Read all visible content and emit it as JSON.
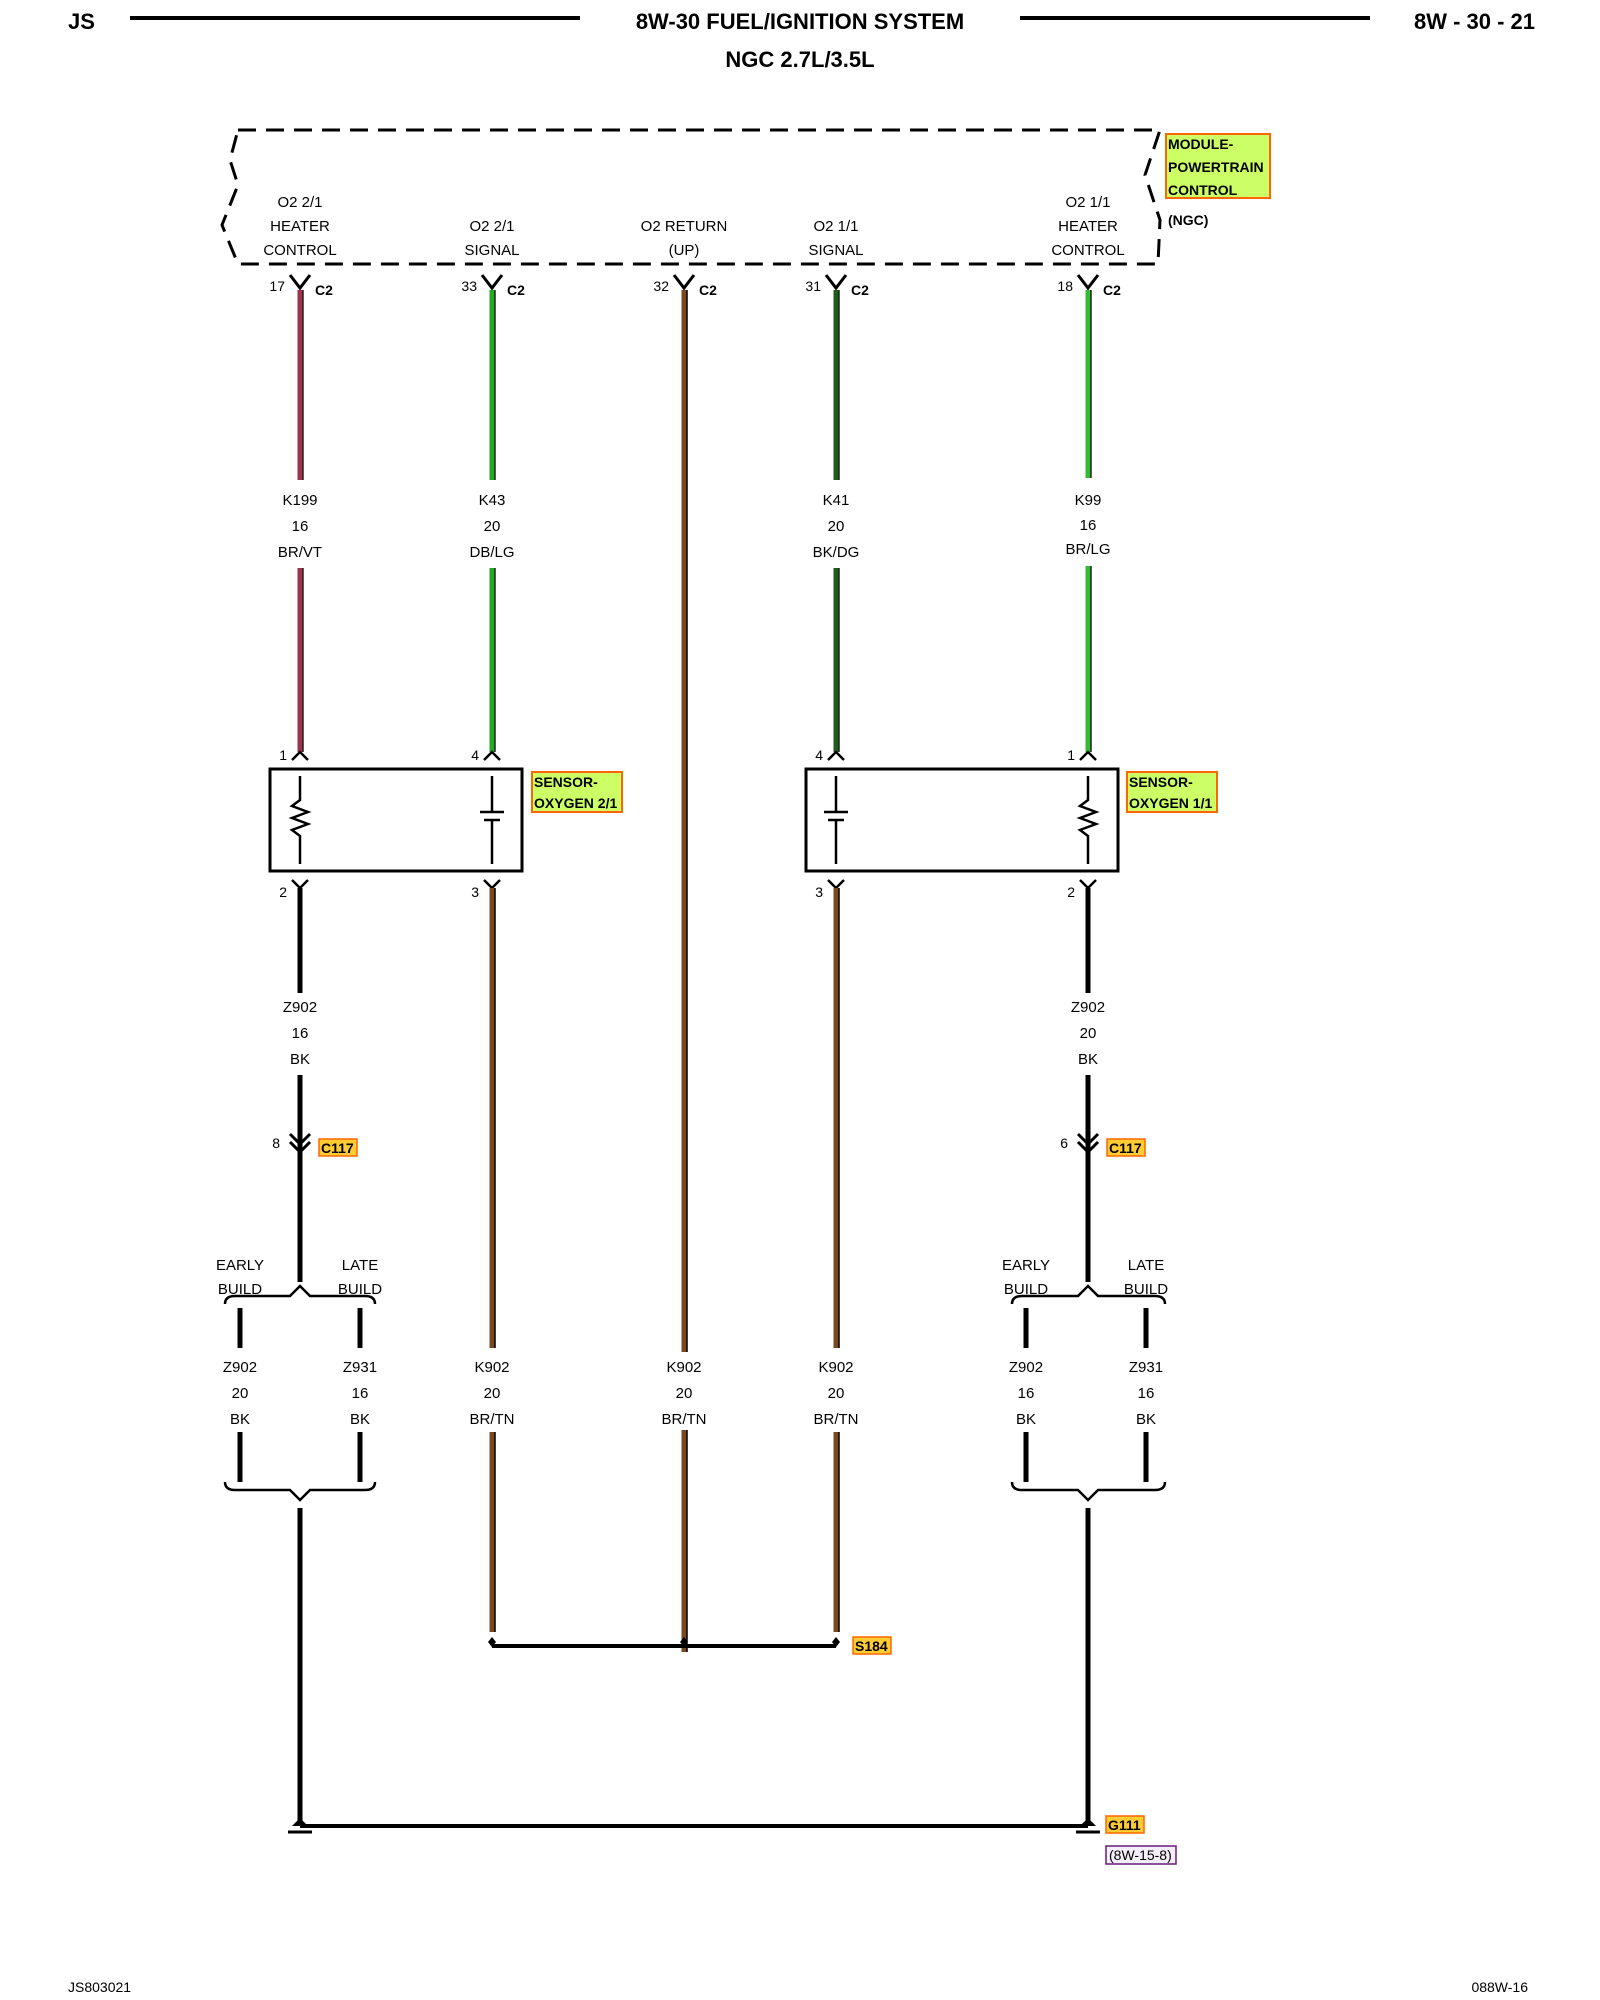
{
  "header": {
    "left": "JS",
    "title": "8W-30 FUEL/IGNITION SYSTEM",
    "subtitle": "NGC 2.7L/3.5L",
    "page_ref": "8W - 30 - 21"
  },
  "module": {
    "name_lines": [
      "MODULE-",
      "POWERTRAIN",
      "CONTROL"
    ],
    "variant": "(NGC)",
    "highlight": "#ccff66",
    "highlight_border": "#ff6600"
  },
  "module_pins": [
    {
      "lines": [
        "O2 2/1",
        "HEATER",
        "CONTROL"
      ],
      "pin": "17",
      "connector": "C2"
    },
    {
      "lines": [
        "O2 2/1",
        "SIGNAL"
      ],
      "pin": "33",
      "connector": "C2"
    },
    {
      "lines": [
        "O2 RETURN",
        "(UP)"
      ],
      "pin": "32",
      "connector": "C2"
    },
    {
      "lines": [
        "O2 1/1",
        "SIGNAL"
      ],
      "pin": "31",
      "connector": "C2"
    },
    {
      "lines": [
        "O2 1/1",
        "HEATER",
        "CONTROL"
      ],
      "pin": "18",
      "connector": "C2"
    }
  ],
  "wires_upper": [
    {
      "circuit": "K199",
      "gauge": "16",
      "color": "BR/VT",
      "stroke": "#a0324a"
    },
    {
      "circuit": "K43",
      "gauge": "20",
      "color": "DB/LG",
      "stroke": "#22aa22"
    },
    {
      "circuit": "K41",
      "gauge": "20",
      "color": "BK/DG",
      "stroke": "#1d5e1d"
    },
    {
      "circuit": "K99",
      "gauge": "16",
      "color": "BR/LG",
      "stroke": "#33bb33"
    }
  ],
  "return_wire_stroke": "#7a4a1e",
  "sensors": [
    {
      "name_lines": [
        "SENSOR-",
        "OXYGEN 2/1"
      ],
      "top_pins": [
        "1",
        "4"
      ],
      "bottom_pins": [
        "2",
        "3"
      ]
    },
    {
      "name_lines": [
        "SENSOR-",
        "OXYGEN 1/1"
      ],
      "top_pins": [
        "4",
        "1"
      ],
      "bottom_pins": [
        "3",
        "2"
      ]
    }
  ],
  "wires_lower": [
    {
      "circuit": "Z902",
      "gauge": "16",
      "color": "BK"
    },
    {
      "circuit": "Z902",
      "gauge": "20",
      "color": "BK"
    }
  ],
  "inline_connector": {
    "name": "C117",
    "pins": [
      "8",
      "6"
    ]
  },
  "build_options": {
    "early": [
      "EARLY",
      "BUILD"
    ],
    "late": [
      "LATE",
      "BUILD"
    ]
  },
  "ground_wires": [
    {
      "circuit": "Z902",
      "gauge": "20",
      "color": "BK"
    },
    {
      "circuit": "Z931",
      "gauge": "16",
      "color": "BK"
    },
    {
      "circuit": "Z902",
      "gauge": "16",
      "color": "BK"
    },
    {
      "circuit": "Z931",
      "gauge": "16",
      "color": "BK"
    }
  ],
  "return_wires": [
    {
      "circuit": "K902",
      "gauge": "20",
      "color": "BR/TN"
    },
    {
      "circuit": "K902",
      "gauge": "20",
      "color": "BR/TN"
    },
    {
      "circuit": "K902",
      "gauge": "20",
      "color": "BR/TN"
    }
  ],
  "splice": "S184",
  "ground": {
    "name": "G111",
    "ref": "(8W-15-8)",
    "ref_color": "#6a1b7a"
  },
  "footer": {
    "left": "JS803021",
    "right": "088W-16"
  }
}
